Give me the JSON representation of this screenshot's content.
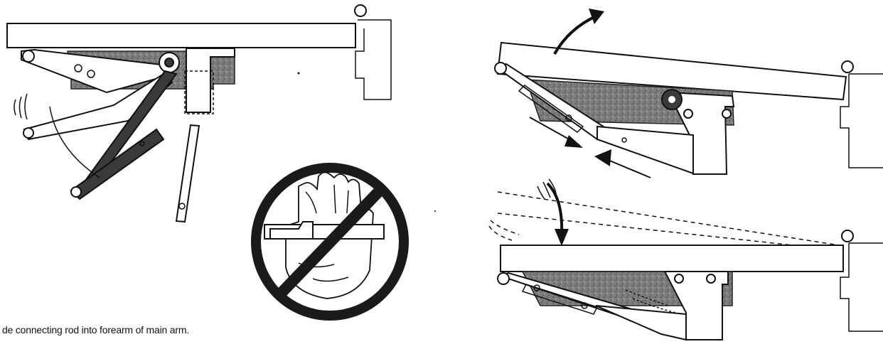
{
  "caption": "de connecting rod into forearm of main arm.",
  "panels": [
    {
      "id": "arm-assembly",
      "description_icon": "door-closer-arm-rotation-icon"
    },
    {
      "id": "prohibited-hand",
      "description_icon": "no-hands-prohibition-icon"
    },
    {
      "id": "slide-adjust",
      "description_icon": "door-closer-slide-adjust-icon"
    },
    {
      "id": "door-close",
      "description_icon": "door-closer-closing-icon"
    }
  ],
  "colors": {
    "ink": "#111111",
    "prohibition": "#1a1a1a",
    "shade": "#8a8a8a"
  }
}
